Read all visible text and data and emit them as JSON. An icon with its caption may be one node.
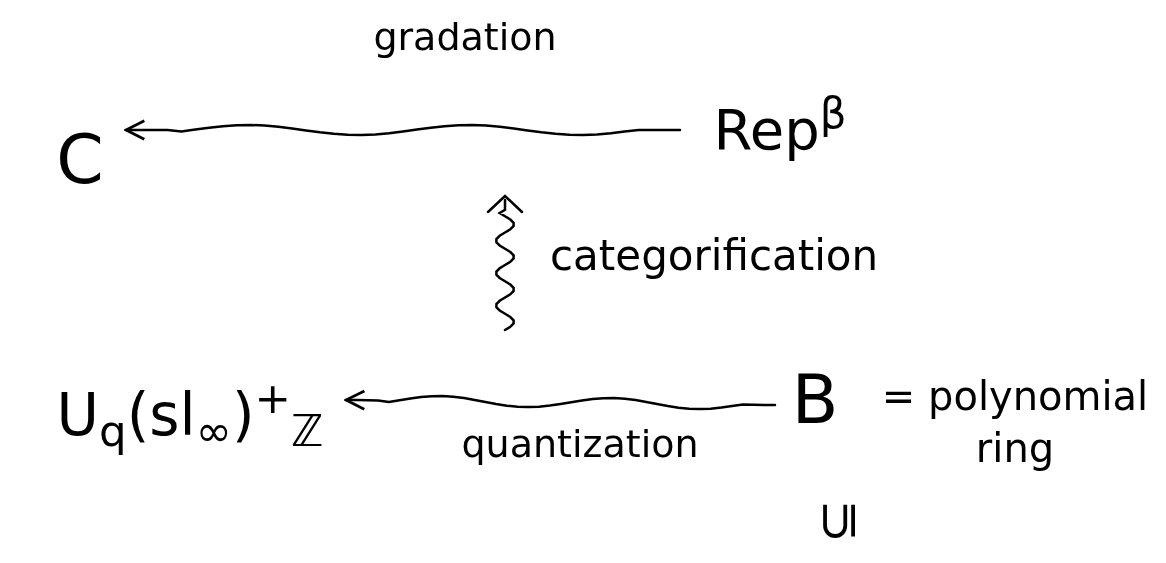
{
  "diagram": {
    "nodes": [
      {
        "text": [
          "C"
        ]
      },
      {
        "text": [
          "Rep$^{β}$"
        ]
      },
      {
        "text": [
          "U$_{q}$(sl$_{∞}$)$^{+}$$_{ℤ}$"
        ]
      },
      {
        "text": [
          "B"
        ],
        "beside": [
          "= polynomial ring"
        ]
      }
    ],
    "edges": [
      {
        "from": 1,
        "to": 0,
        "arrow": "to",
        "label": "gradation"
      },
      {
        "from": 3,
        "to": 2,
        "arrow": "to",
        "label": "quantization"
      }
    ],
    "labels": [
      "categorification",
      "⊆"
    ]
  }
}
